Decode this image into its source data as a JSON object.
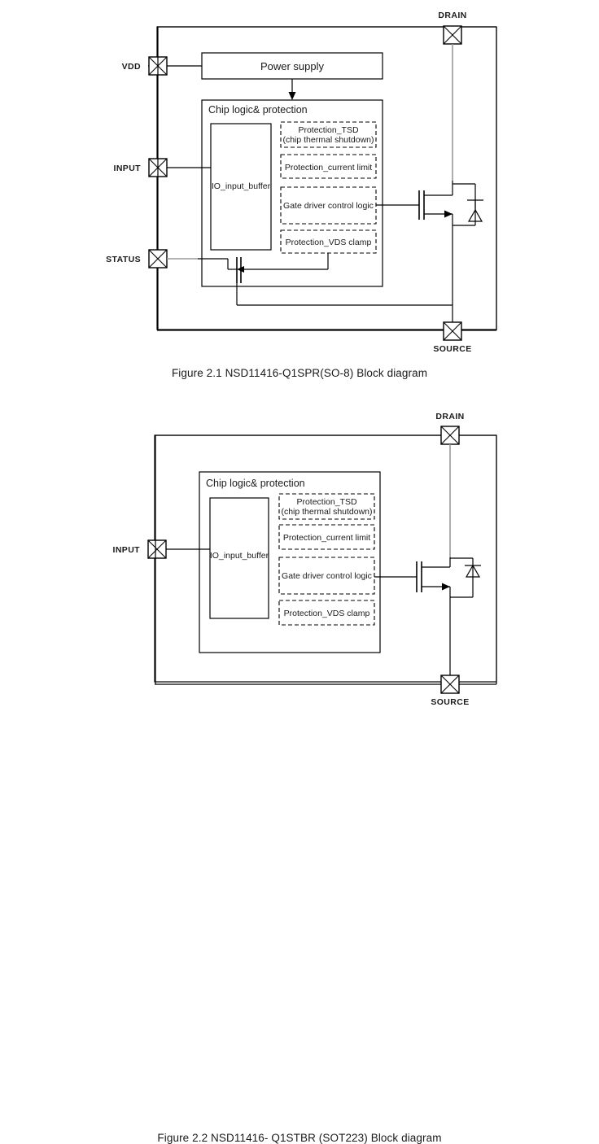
{
  "document": {
    "title": "NSD11416 Block Diagrams"
  },
  "figures": [
    {
      "id": "figure-1",
      "caption": "Figure 2.1 NSD11416-Q1SPR(SO-8) Block diagram",
      "pins": [
        {
          "name": "VDD",
          "label": "VDD"
        },
        {
          "name": "INPUT",
          "label": "INPUT"
        },
        {
          "name": "STATUS",
          "label": "STATUS"
        },
        {
          "name": "DRAIN",
          "label": "DRAIN"
        },
        {
          "name": "SOURCE",
          "label": "SOURCE"
        }
      ],
      "blocks": {
        "power_supply": "Power supply",
        "chip_logic": "Chip logic& protection",
        "io_buffer": "IO_input_buffer",
        "protection_tsd_line1": "Protection_TSD",
        "protection_tsd_line2": "(chip thermal shutdown)",
        "protection_current_limit": "Protection_current limit",
        "gate_driver": "Gate driver control logic",
        "protection_vds_clamp": "Protection_VDS clamp"
      }
    },
    {
      "id": "figure-2",
      "caption": "Figure 2.2 NSD11416- Q1STBR (SOT223) Block diagram",
      "pins": [
        {
          "name": "INPUT",
          "label": "INPUT"
        },
        {
          "name": "DRAIN",
          "label": "DRAIN"
        },
        {
          "name": "SOURCE",
          "label": "SOURCE"
        }
      ],
      "blocks": {
        "chip_logic": "Chip logic& protection",
        "io_buffer": "IO_input_buffer",
        "protection_tsd_line1": "Protection_TSD",
        "protection_tsd_line2": "(chip thermal shutdown)",
        "protection_current_limit": "Protection_current limit",
        "gate_driver": "Gate driver control logic",
        "protection_vds_clamp": "Protection_VDS clamp"
      }
    }
  ],
  "colors": {
    "wire": "#000000",
    "wire_secondary": "#9a9a9a",
    "text": "#1a1a1a",
    "background": "#ffffff"
  }
}
